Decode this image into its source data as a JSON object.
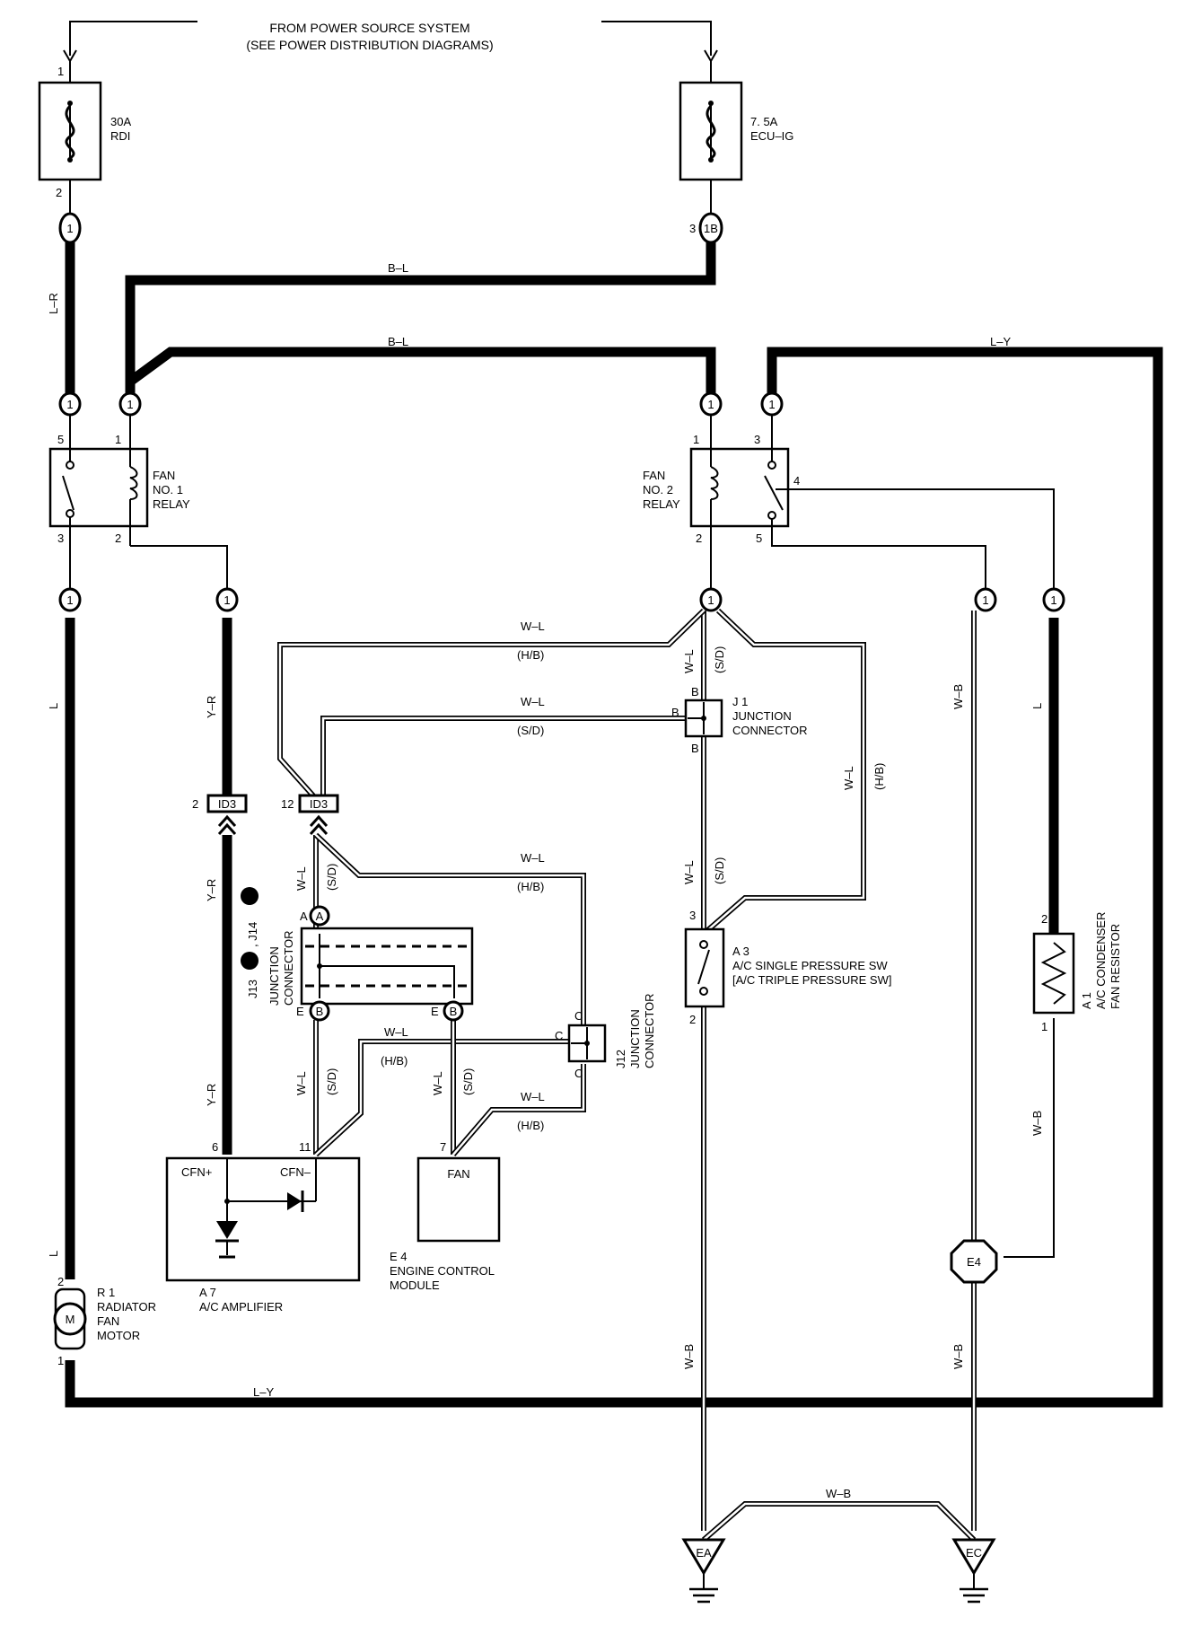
{
  "header": {
    "line1": "FROM POWER SOURCE SYSTEM",
    "line2": "(SEE POWER DISTRIBUTION DIAGRAMS)"
  },
  "fuses": {
    "rdi": {
      "rating": "30A",
      "name": "RDI",
      "pin_in": "1",
      "pin_out": "2"
    },
    "ecu": {
      "rating": "7. 5A",
      "name": "ECU–IG"
    }
  },
  "connectors": {
    "c1": "1",
    "c1b": "1B",
    "c1b_pin": "3",
    "id3": "ID3",
    "e4": "E4",
    "a": "A",
    "b": "B"
  },
  "wires": {
    "lr": "L–R",
    "bl": "B–L",
    "ly": "L–Y",
    "wl": "W–L",
    "yr": "Y–R",
    "l": "L",
    "wb": "W–B",
    "hb": "(H/B)",
    "sd": "(S/D)"
  },
  "relay1": {
    "line1": "FAN",
    "line2": "NO. 1",
    "line3": "RELAY",
    "pin5": "5",
    "pin1": "1",
    "pin3": "3",
    "pin2": "2"
  },
  "relay2": {
    "line1": "FAN",
    "line2": "NO. 2",
    "line3": "RELAY",
    "pin1": "1",
    "pin3": "3",
    "pin4": "4",
    "pin2": "2",
    "pin5": "5"
  },
  "j1": {
    "code": "J 1",
    "line1": "JUNCTION",
    "line2": "CONNECTOR",
    "pin": "B"
  },
  "j13": {
    "ref_a": "J13",
    "ref_b": ", J14",
    "line1": "JUNCTION",
    "line2": "CONNECTOR",
    "pin_a": "A",
    "pin_e": "E"
  },
  "j12": {
    "code": "J12",
    "line1": "JUNCTION",
    "line2": "CONNECTOR",
    "pin": "C"
  },
  "id3_pins": {
    "left": "2",
    "right": "12"
  },
  "a3": {
    "code": "A 3",
    "line1": "A/C SINGLE PRESSURE SW",
    "line2": "[A/C TRIPLE PRESSURE SW]",
    "pin_top": "3",
    "pin_bottom": "2"
  },
  "a1": {
    "code": "A 1",
    "line1": "A/C CONDENSER",
    "line2": "FAN RESISTOR",
    "pin_top": "2",
    "pin_bottom": "1"
  },
  "a7": {
    "code": "A 7",
    "name": "A/C AMPLIFIER",
    "cfn_plus": "CFN+",
    "cfn_minus": "CFN–",
    "pin6": "6",
    "pin11": "11"
  },
  "e4": {
    "code": "E 4",
    "line1": "ENGINE CONTROL",
    "line2": "MODULE",
    "fan": "FAN",
    "pin7": "7"
  },
  "r1": {
    "code": "R 1",
    "line1": "RADIATOR",
    "line2": "FAN",
    "line3": "MOTOR",
    "motor": "M",
    "pin2": "2",
    "pin1": "1"
  },
  "grounds": {
    "ea": "EA",
    "ec": "EC"
  }
}
